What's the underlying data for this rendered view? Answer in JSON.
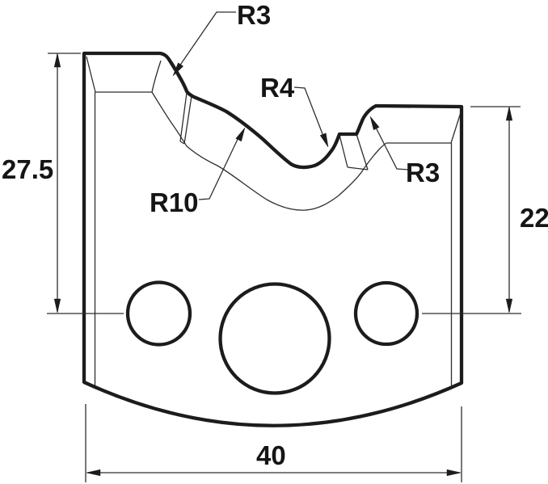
{
  "drawing": {
    "kind": "technical-profile-drawing",
    "subject": "moulding-knife-profile",
    "background_color": "#ffffff",
    "line_color": "#1c1c1c",
    "labels": {
      "r3_top": "R3",
      "r4": "R4",
      "r10": "R10",
      "r3_right": "R3"
    },
    "dimensions": {
      "left_height": "27.5",
      "right_height": "22",
      "bottom_width": "40"
    }
  }
}
